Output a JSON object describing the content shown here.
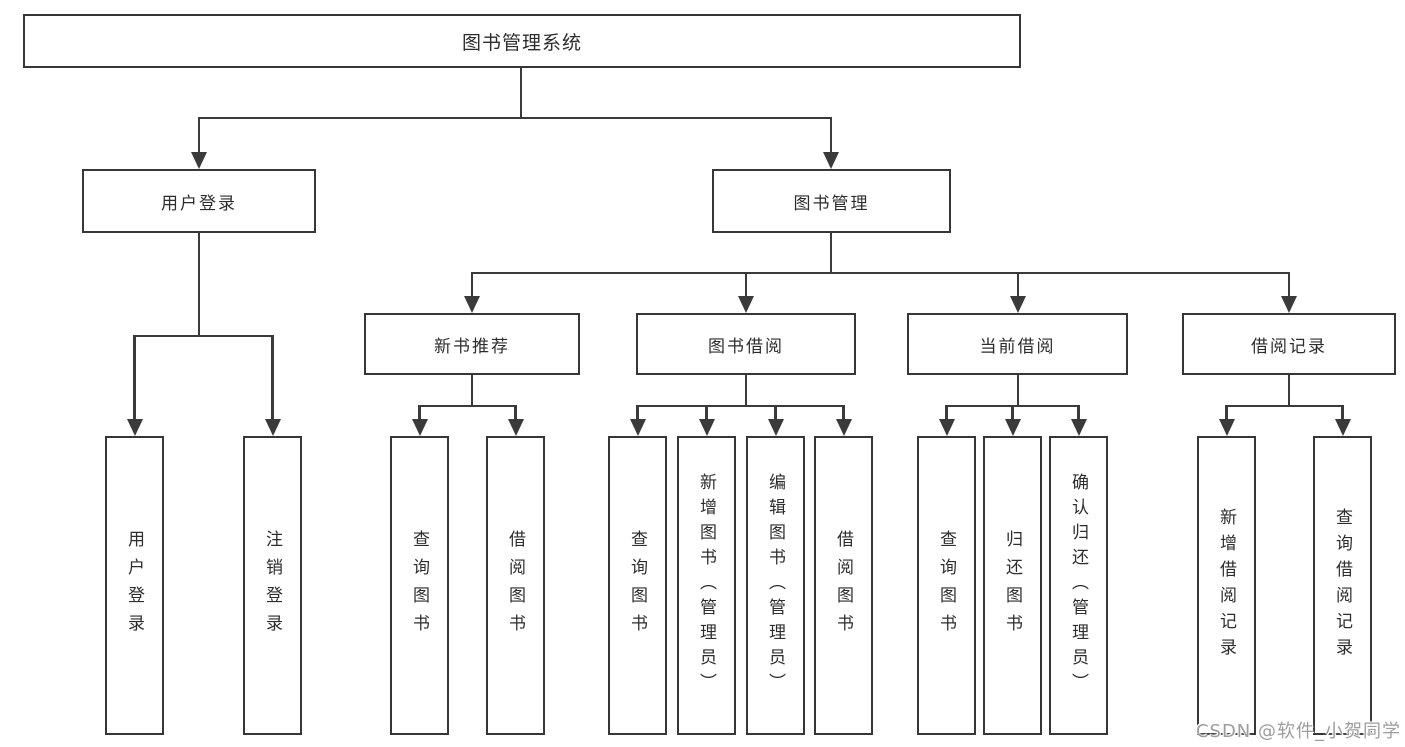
{
  "diagram": {
    "root": {
      "label": "图书管理系统"
    },
    "branches": {
      "user_login": {
        "label": "用户登录"
      },
      "book_mgmt": {
        "label": "图书管理"
      }
    },
    "groups": {
      "new_books": {
        "label": "新书推荐"
      },
      "book_borrow": {
        "label": "图书借阅"
      },
      "current_borrow": {
        "label": "当前借阅"
      },
      "borrow_records": {
        "label": "借阅记录"
      }
    },
    "leaves": {
      "login": {
        "label": "用户登录"
      },
      "logout": {
        "label": "注销登录"
      },
      "nb_query": {
        "label": "查询图书"
      },
      "nb_borrow": {
        "label": "借阅图书"
      },
      "bb_query": {
        "label": "查询图书"
      },
      "bb_add": {
        "label": "新增图书（管理员）"
      },
      "bb_edit": {
        "label": "编辑图书（管理员）"
      },
      "bb_borrow": {
        "label": "借阅图书"
      },
      "cb_query": {
        "label": "查询图书"
      },
      "cb_return": {
        "label": "归还图书"
      },
      "cb_confirm": {
        "label": "确认归还（管理员）"
      },
      "br_add": {
        "label": "新增借阅记录"
      },
      "br_query": {
        "label": "查询借阅记录"
      }
    }
  },
  "watermark": {
    "text": "CSDN @软件_小贺同学"
  },
  "colors": {
    "line": "#3a3a3a",
    "border": "#363636",
    "text": "#2d2d2d",
    "watermark": "#9d9d9d"
  }
}
